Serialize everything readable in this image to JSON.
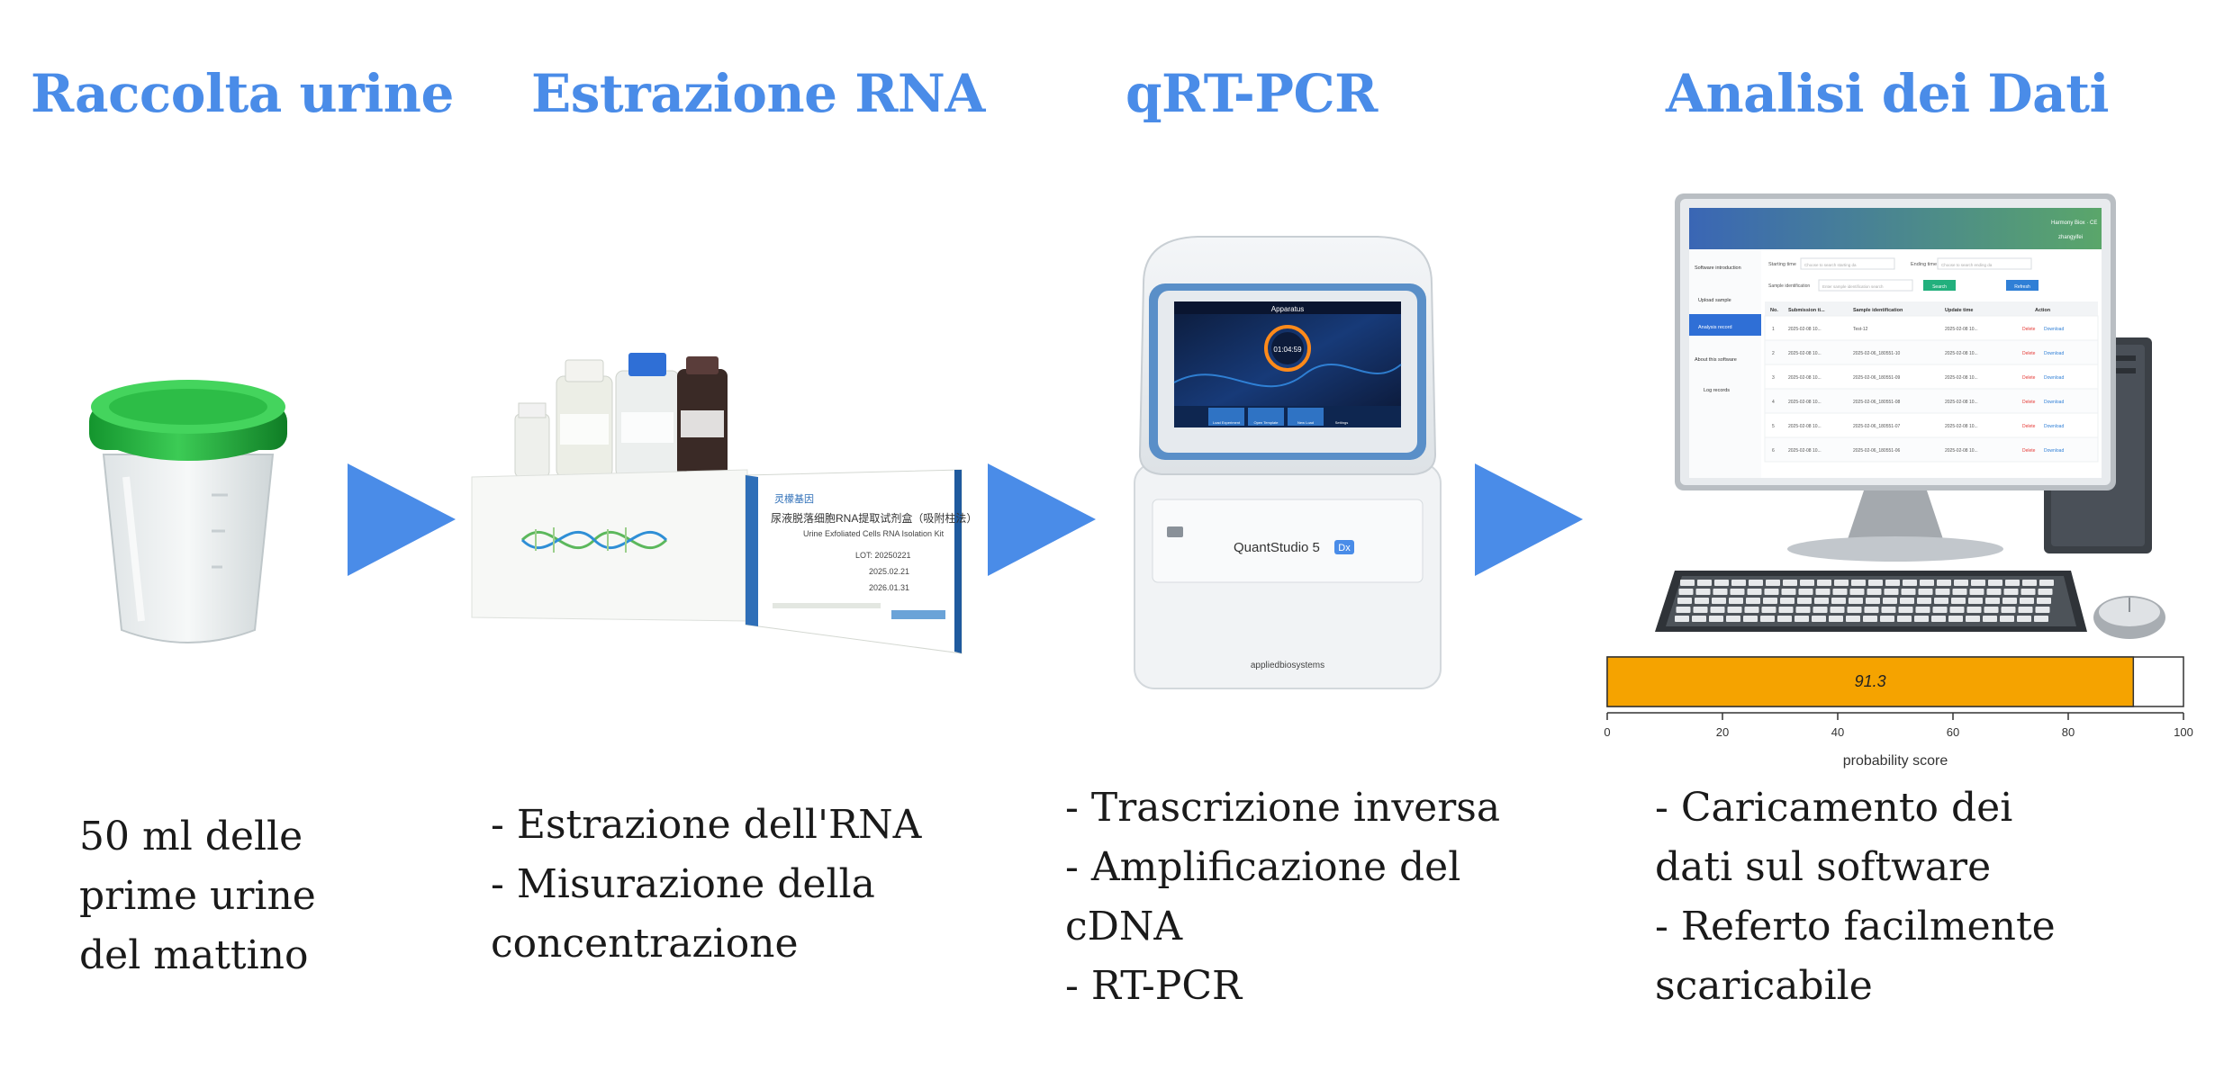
{
  "steps": [
    {
      "title": "Raccolta urine",
      "description": [
        "50 ml delle",
        "prime urine",
        "del mattino"
      ]
    },
    {
      "title": "Estrazione RNA",
      "description": [
        "- Estrazione dell'RNA",
        "- Misurazione della",
        "concentrazione"
      ]
    },
    {
      "title": "qRT-PCR",
      "description": [
        "- Trascrizione inversa",
        "- Amplificazione del",
        "cDNA",
        "- RT-PCR"
      ]
    },
    {
      "title": "Analisi dei Dati",
      "description": [
        "- Caricamento dei",
        "dati sul software",
        "- Referto facilmente",
        "scaricabile"
      ]
    }
  ],
  "colors": {
    "accent": "#4a8ce8",
    "bar": "#f5a300",
    "cap": "#1fae3a"
  },
  "kit_box": {
    "brand": "灵檬基因",
    "name_cn": "尿液脱落细胞RNA提取试剂盒（吸附柱法）",
    "name_en": "Urine Exfoliated Cells RNA Isolation Kit",
    "lot": "LOT: 20250221",
    "mfg": "2025.02.21",
    "exp": "2026.01.31"
  },
  "pcr_machine": {
    "screen_title": "Apparatus",
    "timer": "01:04:59",
    "buttons": [
      "Load Experiment",
      "Open Template",
      "New Load",
      "Settings"
    ],
    "model": "QuantStudio 5",
    "model_badge": "Dx",
    "maker": "appliedbiosystems"
  },
  "software": {
    "header_right": "Harmony Biox · CE",
    "user": "zhangyifei",
    "sidebar": [
      "Software introduction",
      "Upload sample",
      "Analysis record",
      "About this software",
      "Log records"
    ],
    "filters": {
      "start_label": "Starting time",
      "start_placeholder": "Choose to search starting da",
      "end_label": "Ending time",
      "end_placeholder": "Choose to search ending da",
      "sample_label": "Sample identification",
      "sample_placeholder": "Enter sample identification search",
      "search_btn": "Search",
      "refresh_btn": "Refresh"
    },
    "columns": [
      "No.",
      "Submission ti...",
      "Sample identification",
      "Update time",
      "Action"
    ],
    "rows": [
      {
        "no": "1",
        "sub": "2025-02-08 10...",
        "id": "Test-12",
        "upd": "2025-02-08 10..."
      },
      {
        "no": "2",
        "sub": "2025-02-08 10...",
        "id": "2025-02-06_180551-10",
        "upd": "2025-02-08 10..."
      },
      {
        "no": "3",
        "sub": "2025-02-08 10...",
        "id": "2025-02-06_180551-09",
        "upd": "2025-02-08 10..."
      },
      {
        "no": "4",
        "sub": "2025-02-08 10...",
        "id": "2025-02-06_180551-08",
        "upd": "2025-02-08 10..."
      },
      {
        "no": "5",
        "sub": "2025-02-08 10...",
        "id": "2025-02-06_180551-07",
        "upd": "2025-02-08 10..."
      },
      {
        "no": "6",
        "sub": "2025-02-08 10...",
        "id": "2025-02-06_180551-06",
        "upd": "2025-02-08 10..."
      }
    ],
    "action_delete": "Delete",
    "action_download": "Download"
  },
  "chart_data": {
    "type": "bar",
    "orientation": "horizontal",
    "values": [
      91.3
    ],
    "data_labels": [
      "91.3"
    ],
    "xlim": [
      0,
      100
    ],
    "xticks": [
      "0",
      "20",
      "40",
      "60",
      "80",
      "100"
    ],
    "xlabel": "probability score",
    "bar_color": "#f5a300"
  }
}
